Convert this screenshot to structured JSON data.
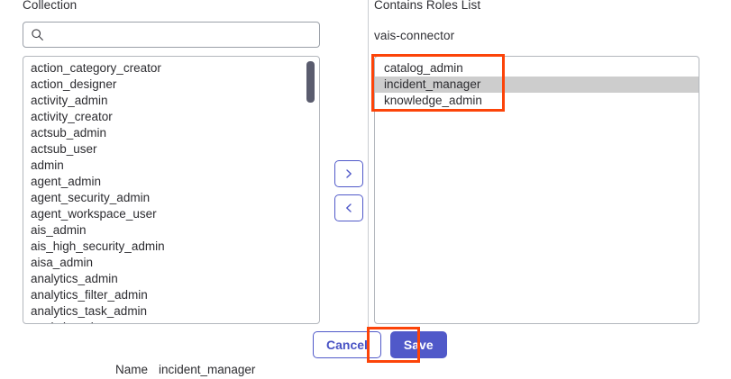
{
  "left_panel": {
    "label": "Collection",
    "search": {
      "value": "",
      "placeholder": "",
      "icon": "search-icon"
    },
    "options": [
      "action_category_creator",
      "action_designer",
      "activity_admin",
      "activity_creator",
      "actsub_admin",
      "actsub_user",
      "admin",
      "agent_admin",
      "agent_security_admin",
      "agent_workspace_user",
      "ais_admin",
      "ais_high_security_admin",
      "aisa_admin",
      "analytics_admin",
      "analytics_filter_admin",
      "analytics_task_admin",
      "analytics_viewer"
    ]
  },
  "transfer": {
    "add_label": "›",
    "remove_label": "‹",
    "add_icon": "chevron-right-icon",
    "remove_icon": "chevron-left-icon"
  },
  "right_panel": {
    "label": "Contains Roles List",
    "scope_name": "vais-connector",
    "options": [
      {
        "label": "catalog_admin",
        "selected": false
      },
      {
        "label": "incident_manager",
        "selected": true
      },
      {
        "label": "knowledge_admin",
        "selected": false
      }
    ]
  },
  "footer": {
    "cancel_label": "Cancel",
    "save_label": "Save"
  },
  "name_row": {
    "label": "Name",
    "value": "incident_manager"
  },
  "colors": {
    "accent": "#5059c9",
    "annotation": "#fc4409",
    "selected_row": "#cdcdcd",
    "scrollbar_thumb": "#5a5c6e",
    "border": "#b3b7bd"
  }
}
